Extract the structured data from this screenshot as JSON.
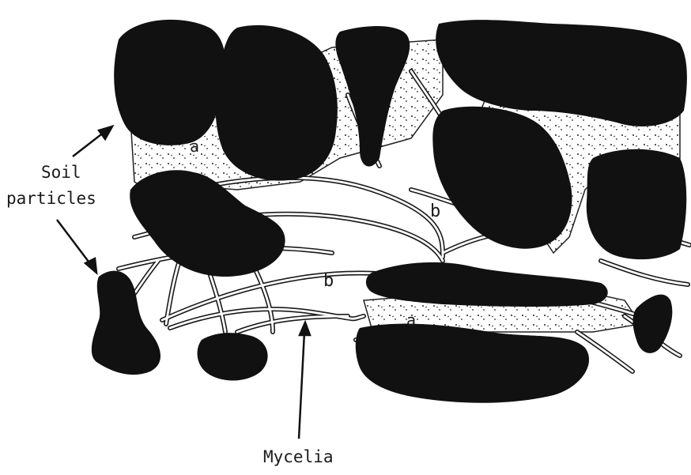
{
  "labels": {
    "soil_line1": "Soil",
    "soil_line2": "particles",
    "mycelia": "Mycelia",
    "a_top": "a",
    "a_bottom": "a",
    "b_upper": "b",
    "b_lower": "b"
  },
  "colors": {
    "particle": "#111111",
    "hypha": "#1a1a1a",
    "pore_fill": "#ffffff"
  }
}
